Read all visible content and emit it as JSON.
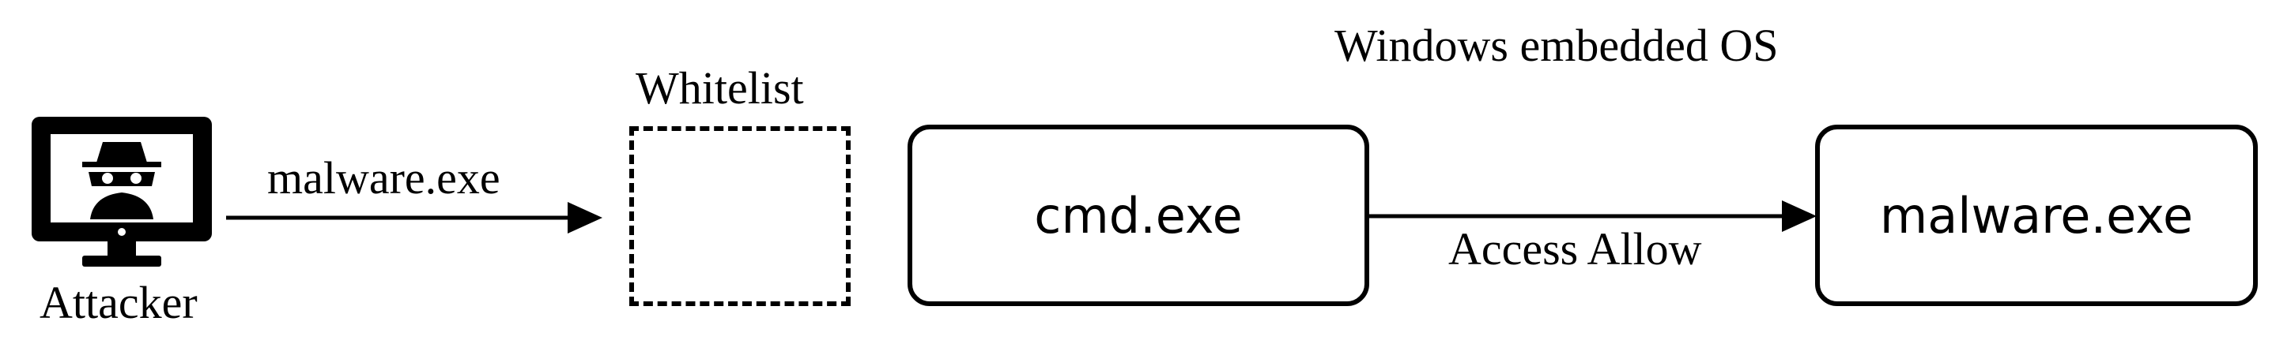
{
  "diagram": {
    "os_label": "Windows embedded OS",
    "attacker": {
      "label": "Attacker",
      "icon": "spy-computer-icon"
    },
    "whitelist": {
      "label": "Whitelist"
    },
    "arrow_attacker_to_whitelist": {
      "label": "malware.exe"
    },
    "cmd_box": {
      "label": "cmd.exe"
    },
    "malware_box": {
      "label": "malware.exe"
    },
    "arrow_cmd_to_malware": {
      "label": "Access Allow"
    },
    "colors": {
      "stroke": "#000000",
      "background": "#ffffff"
    }
  }
}
